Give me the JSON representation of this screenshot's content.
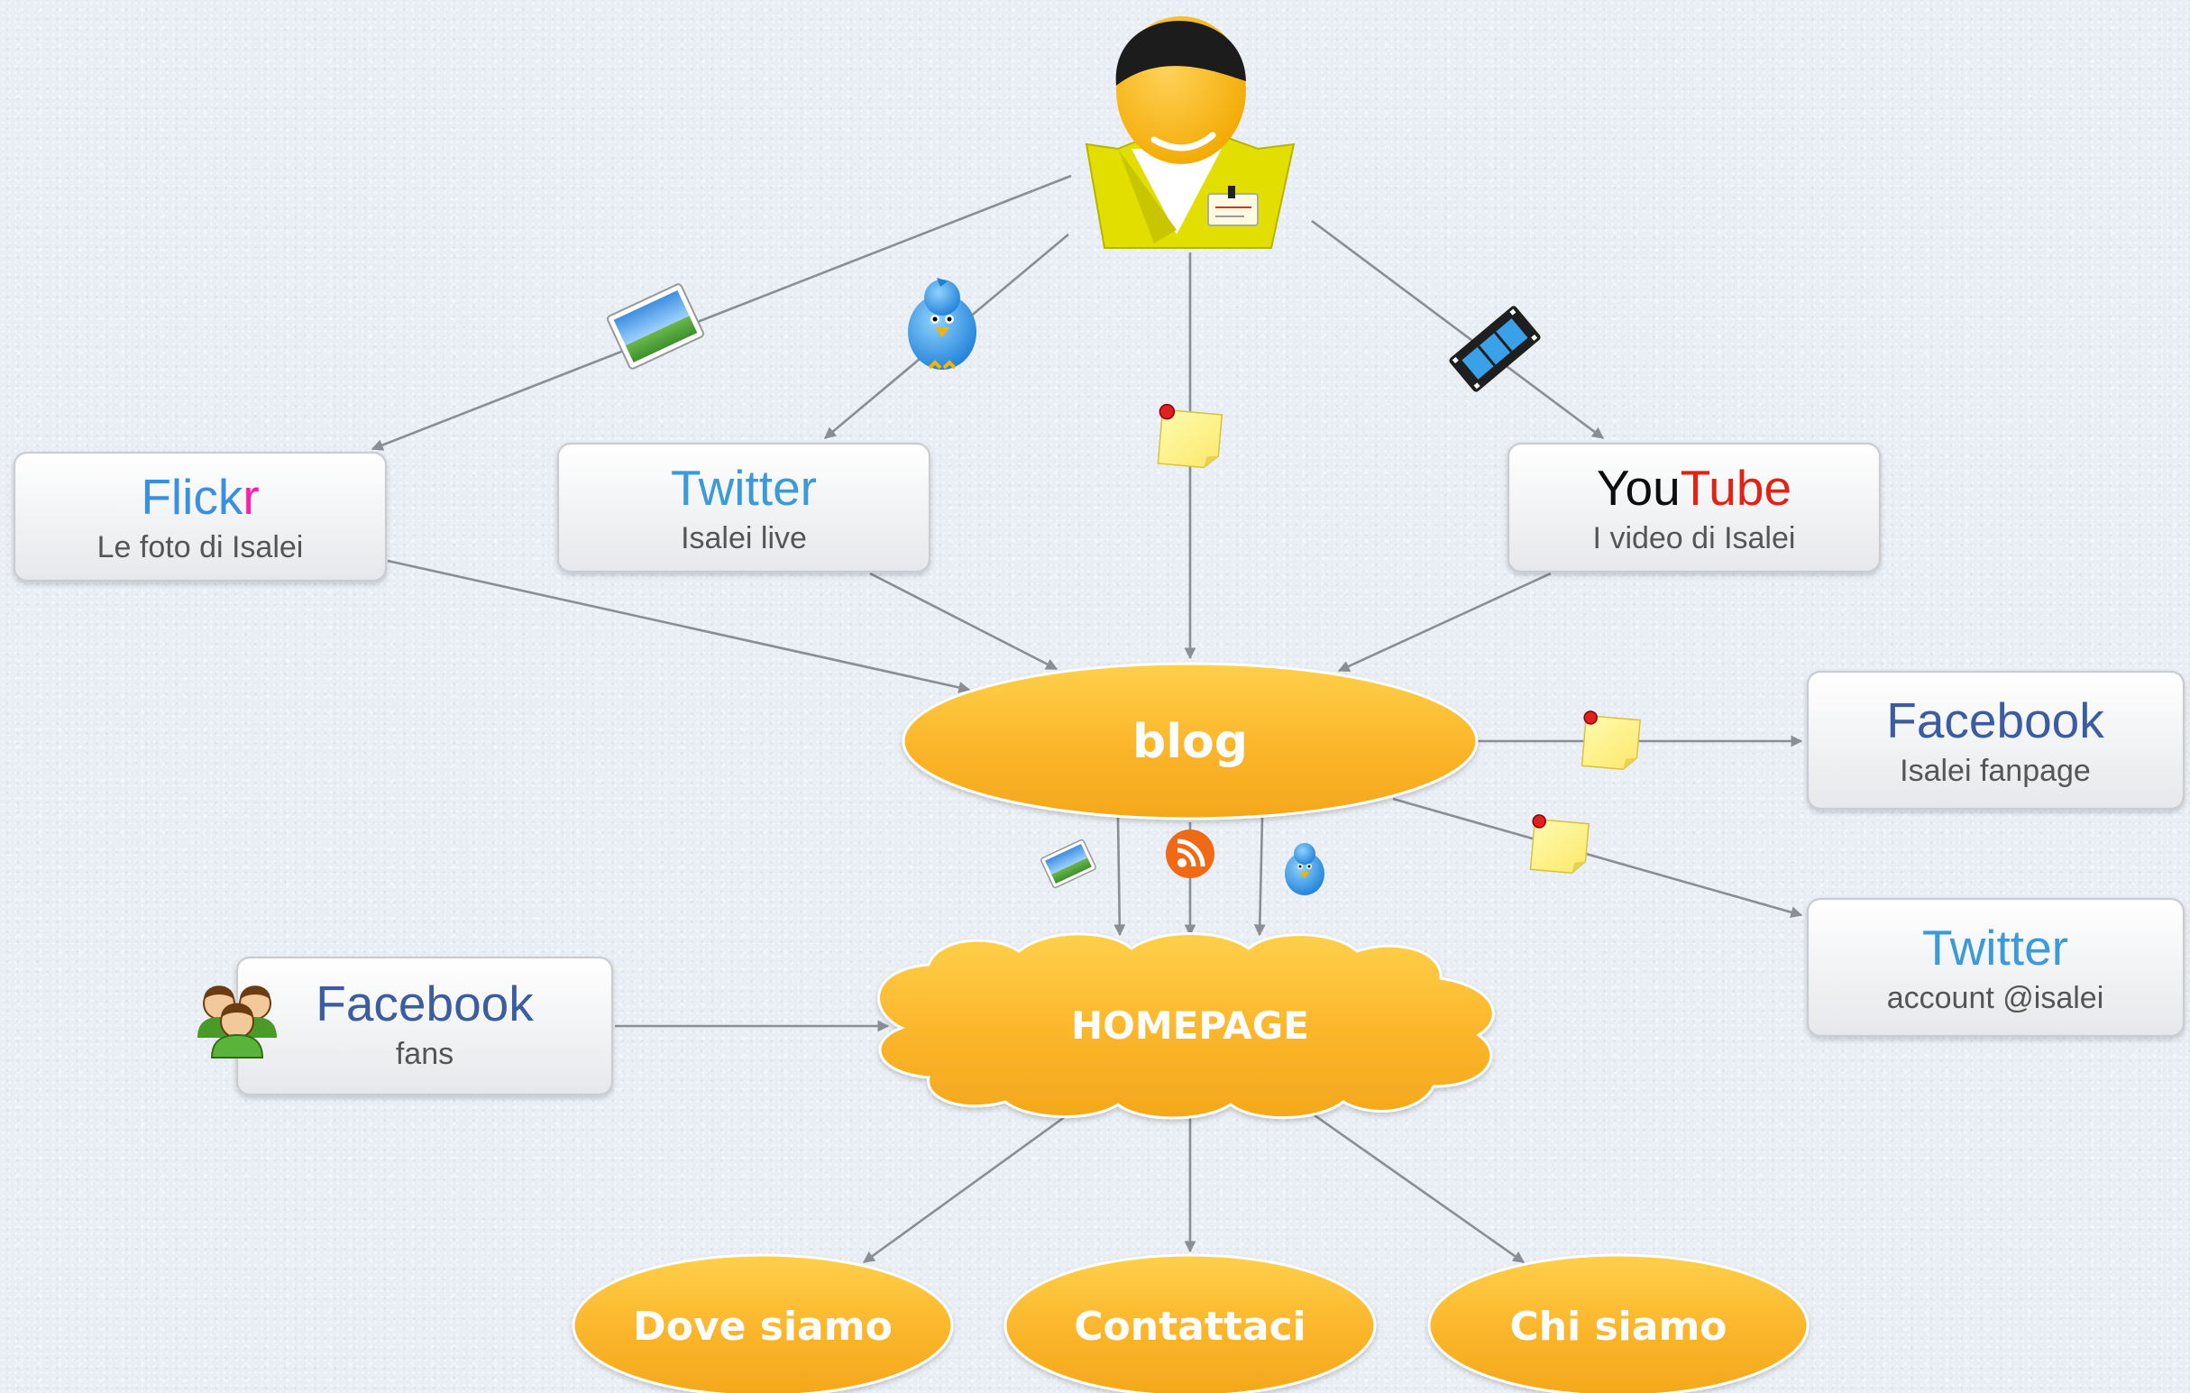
{
  "colors": {
    "flickr_blue": "#3b8fe0",
    "flickr_pink": "#ff1aa8",
    "twitter_blue": "#3c9ad8",
    "youtube_black": "#111111",
    "youtube_red": "#e32213",
    "facebook_blue": "#3a5b9e",
    "node_orange": "#fbb52a",
    "node_text": "#ffffff",
    "edge_gray": "#8a8d92"
  },
  "nodes": {
    "flickr": {
      "title_part1": "Flick",
      "title_part2": "r",
      "subtitle": "Le foto di Isalei"
    },
    "twitter_top": {
      "title": "Twitter",
      "subtitle": "Isalei live"
    },
    "youtube": {
      "title_part1": "You",
      "title_part2": "Tube",
      "subtitle": "I video di Isalei"
    },
    "facebook_fanpage": {
      "title": "Facebook",
      "subtitle": "Isalei fanpage"
    },
    "twitter_account": {
      "title": "Twitter",
      "subtitle": "account @isalei"
    },
    "facebook_fans": {
      "title": "Facebook",
      "subtitle": "fans"
    },
    "blog": {
      "label": "blog"
    },
    "homepage": {
      "label": "HOMEPAGE"
    },
    "dove_siamo": {
      "label": "Dove siamo"
    },
    "contattaci": {
      "label": "Contattaci"
    },
    "chi_siamo": {
      "label": "Chi siamo"
    }
  },
  "icons": {
    "person": "person-icon",
    "photo": "photo-icon",
    "bird": "bird-icon",
    "film": "film-icon",
    "note": "sticky-note-icon",
    "rss": "rss-icon",
    "users": "users-icon"
  }
}
